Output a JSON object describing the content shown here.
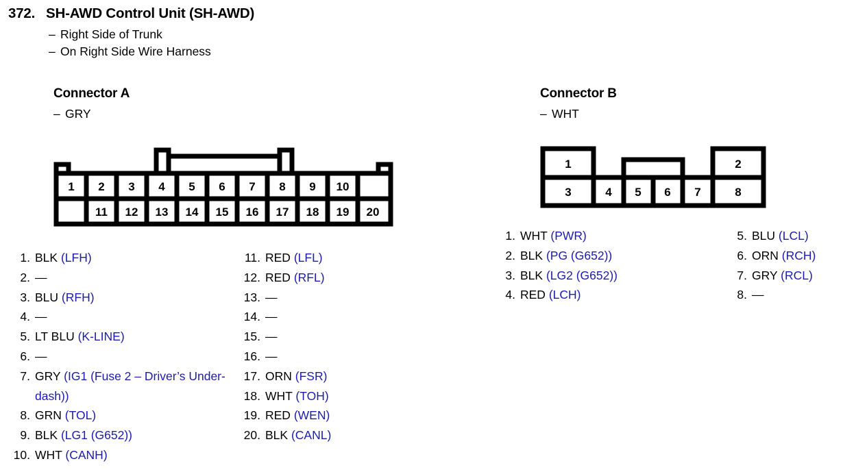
{
  "header": {
    "number": "372.",
    "title": "SH-AWD Control Unit (SH-AWD)",
    "dash": "–",
    "locations": [
      "Right Side of Trunk",
      "On Right Side Wire Harness"
    ]
  },
  "connector_a": {
    "title": "Connector A",
    "color_label": "GRY",
    "dash": "–",
    "diagram": {
      "top_row": [
        "1",
        "2",
        "3",
        "4",
        "5",
        "6",
        "7",
        "8",
        "9",
        "10"
      ],
      "bottom_row": [
        "11",
        "12",
        "13",
        "14",
        "15",
        "16",
        "17",
        "18",
        "19",
        "20"
      ]
    },
    "pins_left": [
      {
        "n": "1.",
        "wire": "BLK",
        "signal": "(LFH)"
      },
      {
        "n": "2.",
        "wire": "—",
        "signal": ""
      },
      {
        "n": "3.",
        "wire": "BLU",
        "signal": "(RFH)"
      },
      {
        "n": "4.",
        "wire": "—",
        "signal": ""
      },
      {
        "n": "5.",
        "wire": "LT BLU",
        "signal": "(K-LINE)"
      },
      {
        "n": "6.",
        "wire": "—",
        "signal": ""
      },
      {
        "n": "7.",
        "wire": "GRY",
        "signal": "(IG1 (Fuse 2 – Driver’s Under-dash))"
      },
      {
        "n": "8.",
        "wire": "GRN",
        "signal": "(TOL)"
      },
      {
        "n": "9.",
        "wire": "BLK",
        "signal": "(LG1 (G652))"
      },
      {
        "n": "10.",
        "wire": "WHT",
        "signal": "(CANH)"
      }
    ],
    "pins_right": [
      {
        "n": "11.",
        "wire": "RED",
        "signal": "(LFL)"
      },
      {
        "n": "12.",
        "wire": "RED",
        "signal": "(RFL)"
      },
      {
        "n": "13.",
        "wire": "—",
        "signal": ""
      },
      {
        "n": "14.",
        "wire": "—",
        "signal": ""
      },
      {
        "n": "15.",
        "wire": "—",
        "signal": ""
      },
      {
        "n": "16.",
        "wire": "—",
        "signal": ""
      },
      {
        "n": "17.",
        "wire": "ORN",
        "signal": "(FSR)"
      },
      {
        "n": "18.",
        "wire": "WHT",
        "signal": "(TOH)"
      },
      {
        "n": "19.",
        "wire": "RED",
        "signal": "(WEN)"
      },
      {
        "n": "20.",
        "wire": "BLK",
        "signal": "(CANL)"
      }
    ]
  },
  "connector_b": {
    "title": "Connector B",
    "color_label": "WHT",
    "dash": "–",
    "diagram": {
      "top_row": [
        "1",
        "2"
      ],
      "bottom_row": [
        "3",
        "4",
        "5",
        "6",
        "7",
        "8"
      ]
    },
    "pins_left": [
      {
        "n": "1.",
        "wire": "WHT",
        "signal": "(PWR)"
      },
      {
        "n": "2.",
        "wire": "BLK",
        "signal": "(PG (G652))"
      },
      {
        "n": "3.",
        "wire": "BLK",
        "signal": "(LG2 (G652))"
      },
      {
        "n": "4.",
        "wire": "RED",
        "signal": "(LCH)"
      }
    ],
    "pins_right": [
      {
        "n": "5.",
        "wire": "BLU",
        "signal": "(LCL)"
      },
      {
        "n": "6.",
        "wire": "ORN",
        "signal": "(RCH)"
      },
      {
        "n": "7.",
        "wire": "GRY",
        "signal": "(RCL)"
      },
      {
        "n": "8.",
        "wire": "—",
        "signal": ""
      }
    ]
  },
  "colors": {
    "signal_blue": "#1b1bad",
    "ink": "#000000",
    "page": "#ffffff"
  }
}
